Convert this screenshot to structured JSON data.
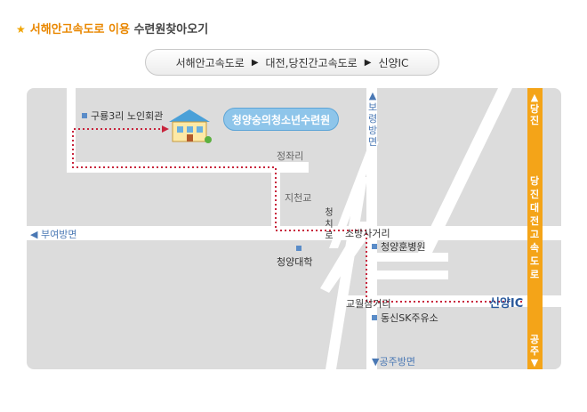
{
  "title": {
    "highlight": "서해안고속도로 이용",
    "rest": "수련원찾아오기"
  },
  "route": {
    "steps": [
      "서해안고속도로",
      "대전,당진간고속도로",
      "신양IC"
    ],
    "arrow": "▶"
  },
  "map": {
    "destination": "청양숭의청소년수련원",
    "labels": {
      "senior_hall": "구룡3리 노인회관",
      "jeongjwari": "정좌리",
      "jicheongyo": "지천교",
      "buyeo": "부여방면",
      "sobangsa": "소방사거리",
      "cheongyang_univ": "청양대학",
      "hospital": "청양훈병원",
      "gyowol": "교월삼거리",
      "gas_station": "동신SK주유소",
      "sinyang_ic": "신양IC",
      "gongju": "▼공주방면",
      "boryeong": "▲보령방면",
      "cheongchi": "청치로",
      "dangjin_top": "▲당진",
      "expressway": "당진대전고속도로",
      "gongju_bottom": "공주▼",
      "buyeo_arrow": "◀"
    },
    "colors": {
      "road": "#ffffff",
      "ground": "#dcdcdc",
      "highway": "#f4a418",
      "route_dot": "#c8243c",
      "bubble": "#8ec5ea"
    }
  }
}
